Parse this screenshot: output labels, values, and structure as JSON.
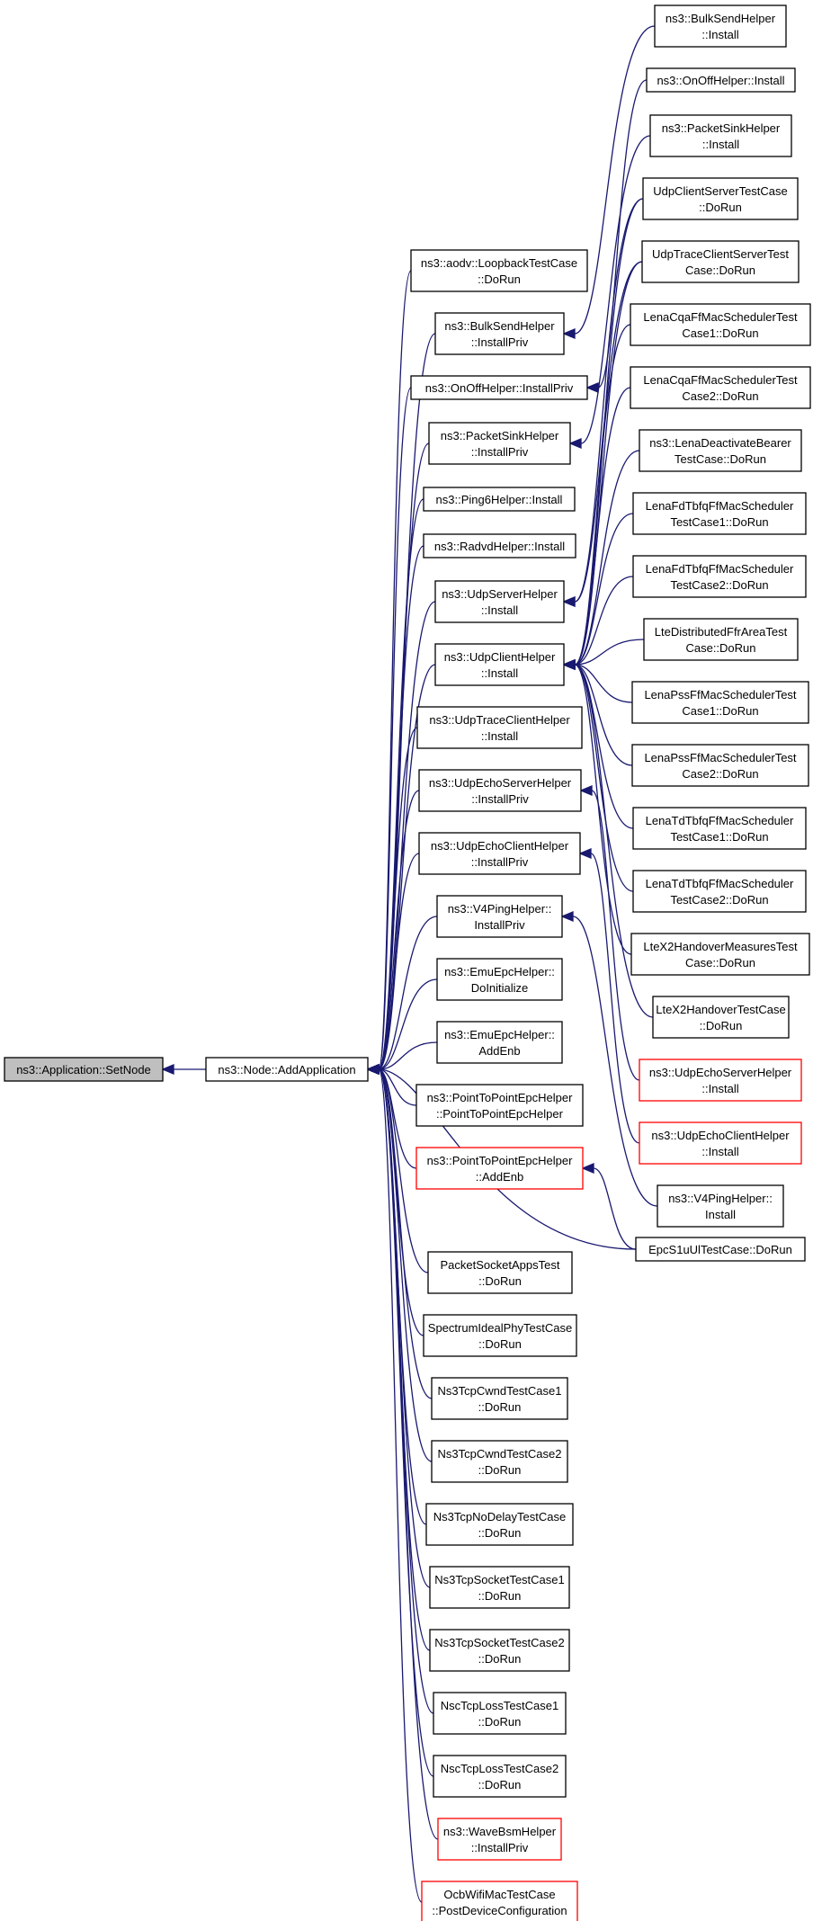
{
  "nodes": [
    {
      "id": "root",
      "lines": [
        "ns3::Application::SetNode"
      ],
      "style": "root"
    },
    {
      "id": "add",
      "lines": [
        "ns3::Node::AddApplication"
      ]
    },
    {
      "id": "l1",
      "lines": [
        "ns3::aodv::LoopbackTestCase",
        "::DoRun"
      ]
    },
    {
      "id": "l2",
      "lines": [
        "ns3::BulkSendHelper",
        "::InstallPriv"
      ]
    },
    {
      "id": "l3",
      "lines": [
        "ns3::OnOffHelper::InstallPriv"
      ]
    },
    {
      "id": "l4",
      "lines": [
        "ns3::PacketSinkHelper",
        "::InstallPriv"
      ]
    },
    {
      "id": "l5",
      "lines": [
        "ns3::Ping6Helper::Install"
      ]
    },
    {
      "id": "l6",
      "lines": [
        "ns3::RadvdHelper::Install"
      ]
    },
    {
      "id": "l7",
      "lines": [
        "ns3::UdpServerHelper",
        "::Install"
      ]
    },
    {
      "id": "l8",
      "lines": [
        "ns3::UdpClientHelper",
        "::Install"
      ]
    },
    {
      "id": "l9",
      "lines": [
        "ns3::UdpTraceClientHelper",
        "::Install"
      ]
    },
    {
      "id": "l10",
      "lines": [
        "ns3::UdpEchoServerHelper",
        "::InstallPriv"
      ]
    },
    {
      "id": "l11",
      "lines": [
        "ns3::UdpEchoClientHelper",
        "::InstallPriv"
      ]
    },
    {
      "id": "l12",
      "lines": [
        "ns3::V4PingHelper::",
        "InstallPriv"
      ]
    },
    {
      "id": "l13",
      "lines": [
        "ns3::EmuEpcHelper::",
        "DoInitialize"
      ]
    },
    {
      "id": "l14",
      "lines": [
        "ns3::EmuEpcHelper::",
        "AddEnb"
      ]
    },
    {
      "id": "l15",
      "lines": [
        "ns3::PointToPointEpcHelper",
        "::PointToPointEpcHelper"
      ]
    },
    {
      "id": "l16",
      "lines": [
        "ns3::PointToPointEpcHelper",
        "::AddEnb"
      ],
      "style": "red"
    },
    {
      "id": "l17",
      "lines": [
        "PacketSocketAppsTest",
        "::DoRun"
      ]
    },
    {
      "id": "l18",
      "lines": [
        "SpectrumIdealPhyTestCase",
        "::DoRun"
      ]
    },
    {
      "id": "l19",
      "lines": [
        "Ns3TcpCwndTestCase1",
        "::DoRun"
      ]
    },
    {
      "id": "l20",
      "lines": [
        "Ns3TcpCwndTestCase2",
        "::DoRun"
      ]
    },
    {
      "id": "l21",
      "lines": [
        "Ns3TcpNoDelayTestCase",
        "::DoRun"
      ]
    },
    {
      "id": "l22",
      "lines": [
        "Ns3TcpSocketTestCase1",
        "::DoRun"
      ]
    },
    {
      "id": "l23",
      "lines": [
        "Ns3TcpSocketTestCase2",
        "::DoRun"
      ]
    },
    {
      "id": "l24",
      "lines": [
        "NscTcpLossTestCase1",
        "::DoRun"
      ]
    },
    {
      "id": "l25",
      "lines": [
        "NscTcpLossTestCase2",
        "::DoRun"
      ]
    },
    {
      "id": "l26",
      "lines": [
        "ns3::WaveBsmHelper",
        "::InstallPriv"
      ],
      "style": "red"
    },
    {
      "id": "l27",
      "lines": [
        "OcbWifiMacTestCase",
        "::PostDeviceConfiguration"
      ],
      "style": "red"
    },
    {
      "id": "r1",
      "lines": [
        "ns3::BulkSendHelper",
        "::Install"
      ]
    },
    {
      "id": "r2",
      "lines": [
        "ns3::OnOffHelper::Install"
      ]
    },
    {
      "id": "r3",
      "lines": [
        "ns3::PacketSinkHelper",
        "::Install"
      ]
    },
    {
      "id": "r4",
      "lines": [
        "UdpClientServerTestCase",
        "::DoRun"
      ]
    },
    {
      "id": "r5",
      "lines": [
        "UdpTraceClientServerTest",
        "Case::DoRun"
      ]
    },
    {
      "id": "r6",
      "lines": [
        "LenaCqaFfMacSchedulerTest",
        "Case1::DoRun"
      ]
    },
    {
      "id": "r7",
      "lines": [
        "LenaCqaFfMacSchedulerTest",
        "Case2::DoRun"
      ]
    },
    {
      "id": "r8",
      "lines": [
        "ns3::LenaDeactivateBearer",
        "TestCase::DoRun"
      ]
    },
    {
      "id": "r9",
      "lines": [
        "LenaFdTbfqFfMacScheduler",
        "TestCase1::DoRun"
      ]
    },
    {
      "id": "r10",
      "lines": [
        "LenaFdTbfqFfMacScheduler",
        "TestCase2::DoRun"
      ]
    },
    {
      "id": "r11",
      "lines": [
        "LteDistributedFfrAreaTest",
        "Case::DoRun"
      ]
    },
    {
      "id": "r12",
      "lines": [
        "LenaPssFfMacSchedulerTest",
        "Case1::DoRun"
      ]
    },
    {
      "id": "r13",
      "lines": [
        "LenaPssFfMacSchedulerTest",
        "Case2::DoRun"
      ]
    },
    {
      "id": "r14",
      "lines": [
        "LenaTdTbfqFfMacScheduler",
        "TestCase1::DoRun"
      ]
    },
    {
      "id": "r15",
      "lines": [
        "LenaTdTbfqFfMacScheduler",
        "TestCase2::DoRun"
      ]
    },
    {
      "id": "r16",
      "lines": [
        "LteX2HandoverMeasuresTest",
        "Case::DoRun"
      ]
    },
    {
      "id": "r17",
      "lines": [
        "LteX2HandoverTestCase",
        "::DoRun"
      ]
    },
    {
      "id": "r18",
      "lines": [
        "ns3::UdpEchoServerHelper",
        "::Install"
      ],
      "style": "red"
    },
    {
      "id": "r19",
      "lines": [
        "ns3::UdpEchoClientHelper",
        "::Install"
      ],
      "style": "red"
    },
    {
      "id": "r20",
      "lines": [
        "ns3::V4PingHelper::",
        "Install"
      ]
    },
    {
      "id": "r21",
      "lines": [
        "EpcS1uUlTestCase::DoRun"
      ]
    }
  ],
  "edges": [
    [
      "add",
      "root"
    ],
    [
      "l1",
      "add"
    ],
    [
      "l2",
      "add"
    ],
    [
      "l3",
      "add"
    ],
    [
      "l4",
      "add"
    ],
    [
      "l5",
      "add"
    ],
    [
      "l6",
      "add"
    ],
    [
      "l7",
      "add"
    ],
    [
      "l8",
      "add"
    ],
    [
      "l9",
      "add"
    ],
    [
      "l10",
      "add"
    ],
    [
      "l11",
      "add"
    ],
    [
      "l12",
      "add"
    ],
    [
      "l13",
      "add"
    ],
    [
      "l14",
      "add"
    ],
    [
      "l15",
      "add"
    ],
    [
      "l16",
      "add"
    ],
    [
      "l17",
      "add"
    ],
    [
      "l18",
      "add"
    ],
    [
      "l19",
      "add"
    ],
    [
      "l20",
      "add"
    ],
    [
      "l21",
      "add"
    ],
    [
      "l22",
      "add"
    ],
    [
      "l23",
      "add"
    ],
    [
      "l24",
      "add"
    ],
    [
      "l25",
      "add"
    ],
    [
      "l26",
      "add"
    ],
    [
      "l27",
      "add"
    ],
    [
      "r21",
      "add"
    ],
    [
      "r1",
      "l2"
    ],
    [
      "r2",
      "l3"
    ],
    [
      "r3",
      "l4"
    ],
    [
      "r4",
      "l7"
    ],
    [
      "r5",
      "l7"
    ],
    [
      "r4",
      "l8"
    ],
    [
      "r5",
      "l8"
    ],
    [
      "r6",
      "l8"
    ],
    [
      "r7",
      "l8"
    ],
    [
      "r8",
      "l8"
    ],
    [
      "r9",
      "l8"
    ],
    [
      "r10",
      "l8"
    ],
    [
      "r11",
      "l8"
    ],
    [
      "r12",
      "l8"
    ],
    [
      "r13",
      "l8"
    ],
    [
      "r14",
      "l8"
    ],
    [
      "r15",
      "l8"
    ],
    [
      "r16",
      "l8"
    ],
    [
      "r17",
      "l8"
    ],
    [
      "r18",
      "l10"
    ],
    [
      "r19",
      "l11"
    ],
    [
      "r20",
      "l12"
    ],
    [
      "r21",
      "l16"
    ]
  ]
}
